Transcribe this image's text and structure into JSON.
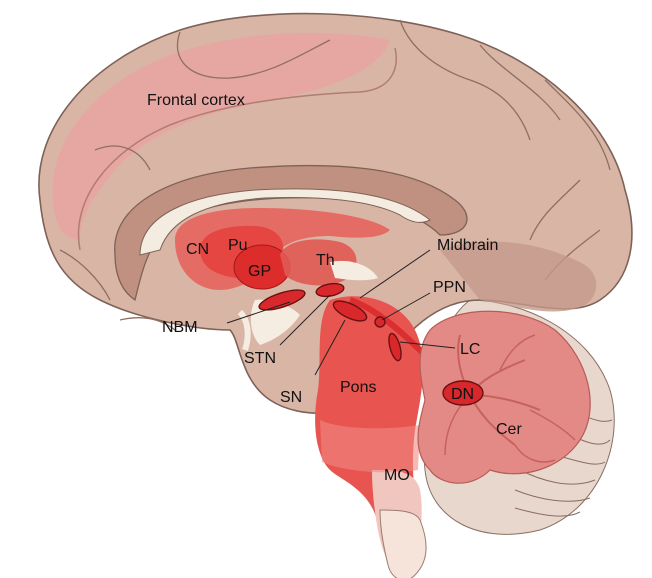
{
  "labels": {
    "frontal_cortex": "Frontal cortex",
    "cn": "CN",
    "pu": "Pu",
    "gp": "GP",
    "th": "Th",
    "midbrain": "Midbrain",
    "ppn": "PPN",
    "nbm": "NBM",
    "stn": "STN",
    "sn": "SN",
    "lc": "LC",
    "pons": "Pons",
    "dn": "DN",
    "cer": "Cer",
    "mo": "MO"
  },
  "colors": {
    "cortex_tan": "#d6b2a4",
    "cortex_dark": "#b88e7e",
    "frontal_pink": "#e8a7a3",
    "highlight_red": "#e8544f",
    "nucleus_red": "#d8282b",
    "cerebellum_pink": "#e48a86",
    "white_matter": "#f5eadf"
  }
}
